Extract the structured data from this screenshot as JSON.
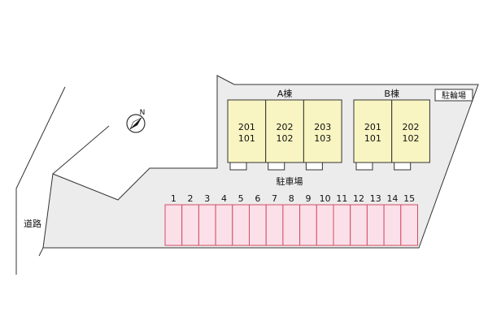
{
  "road_label": "道路",
  "parking_label": "駐車場",
  "bicycle_parking_label": "駐輪場",
  "compass": {
    "north_label": "N",
    "icon": "north-arrow-icon"
  },
  "buildings": [
    {
      "name": "A棟",
      "units": [
        {
          "upper": "201",
          "lower": "101"
        },
        {
          "upper": "202",
          "lower": "102"
        },
        {
          "upper": "203",
          "lower": "103"
        }
      ]
    },
    {
      "name": "B棟",
      "units": [
        {
          "upper": "201",
          "lower": "101"
        },
        {
          "upper": "202",
          "lower": "102"
        }
      ]
    }
  ],
  "parking_spaces": [
    "1",
    "2",
    "3",
    "4",
    "5",
    "6",
    "7",
    "8",
    "9",
    "10",
    "11",
    "12",
    "13",
    "14",
    "15"
  ],
  "colors": {
    "lot_fill": "#ececec",
    "building_fill": "#f9f5c2",
    "building_stroke": "#333333",
    "parking_fill": "#fbe0ea",
    "parking_stroke": "#d44b63",
    "line": "#333333"
  }
}
